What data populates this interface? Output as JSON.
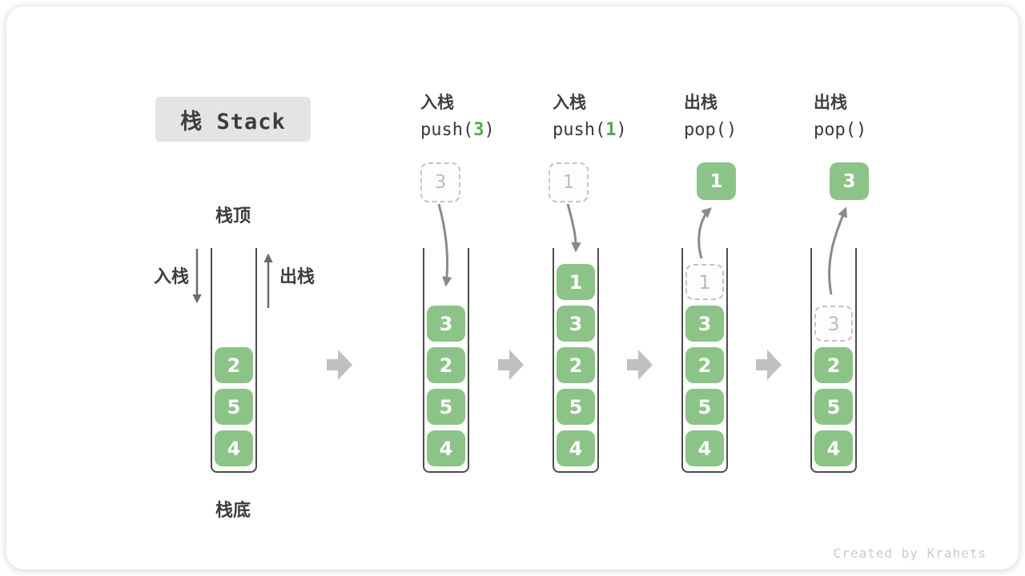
{
  "title": "栈 Stack",
  "watermark": "Created by Krahets",
  "labels": {
    "stack_top": "栈顶",
    "stack_bottom": "栈底",
    "push_side": "入栈",
    "pop_side": "出栈"
  },
  "operations": [
    {
      "zh": "入栈",
      "code_pre": "push(",
      "arg": "3",
      "code_post": ")"
    },
    {
      "zh": "入栈",
      "code_pre": "push(",
      "arg": "1",
      "code_post": ")"
    },
    {
      "zh": "出栈",
      "code_pre": "pop(",
      "arg": "",
      "code_post": ")"
    },
    {
      "zh": "出栈",
      "code_pre": "pop(",
      "arg": "",
      "code_post": ")"
    }
  ],
  "stacks": [
    {
      "cells": [
        {
          "v": "2"
        },
        {
          "v": "5"
        },
        {
          "v": "4"
        }
      ]
    },
    {
      "floating": {
        "v": "3",
        "ghost": true
      },
      "cells": [
        {
          "v": "3"
        },
        {
          "v": "2"
        },
        {
          "v": "5"
        },
        {
          "v": "4"
        }
      ]
    },
    {
      "floating": {
        "v": "1",
        "ghost": true
      },
      "cells": [
        {
          "v": "1"
        },
        {
          "v": "3"
        },
        {
          "v": "2"
        },
        {
          "v": "5"
        },
        {
          "v": "4"
        }
      ]
    },
    {
      "floating": {
        "v": "1",
        "ghost": false
      },
      "cells": [
        {
          "v": "1",
          "ghost": true
        },
        {
          "v": "3"
        },
        {
          "v": "2"
        },
        {
          "v": "5"
        },
        {
          "v": "4"
        }
      ]
    },
    {
      "floating": {
        "v": "3",
        "ghost": false
      },
      "cells": [
        {
          "v": "3",
          "ghost": true
        },
        {
          "v": "2"
        },
        {
          "v": "5"
        },
        {
          "v": "4"
        }
      ]
    }
  ],
  "colors": {
    "item_green": "#8cc386",
    "code_arg_green": "#55a455",
    "ghost_gray": "#c4c4c4",
    "wall_dark": "#4d4d4d",
    "curve_arrow_gray": "#8a8a8a",
    "block_arrow_gray": "#c0c0c0",
    "title_bg": "#e4e4e4",
    "text_dark": "#3d3d3d",
    "watermark_gray": "#cbcbcb"
  }
}
